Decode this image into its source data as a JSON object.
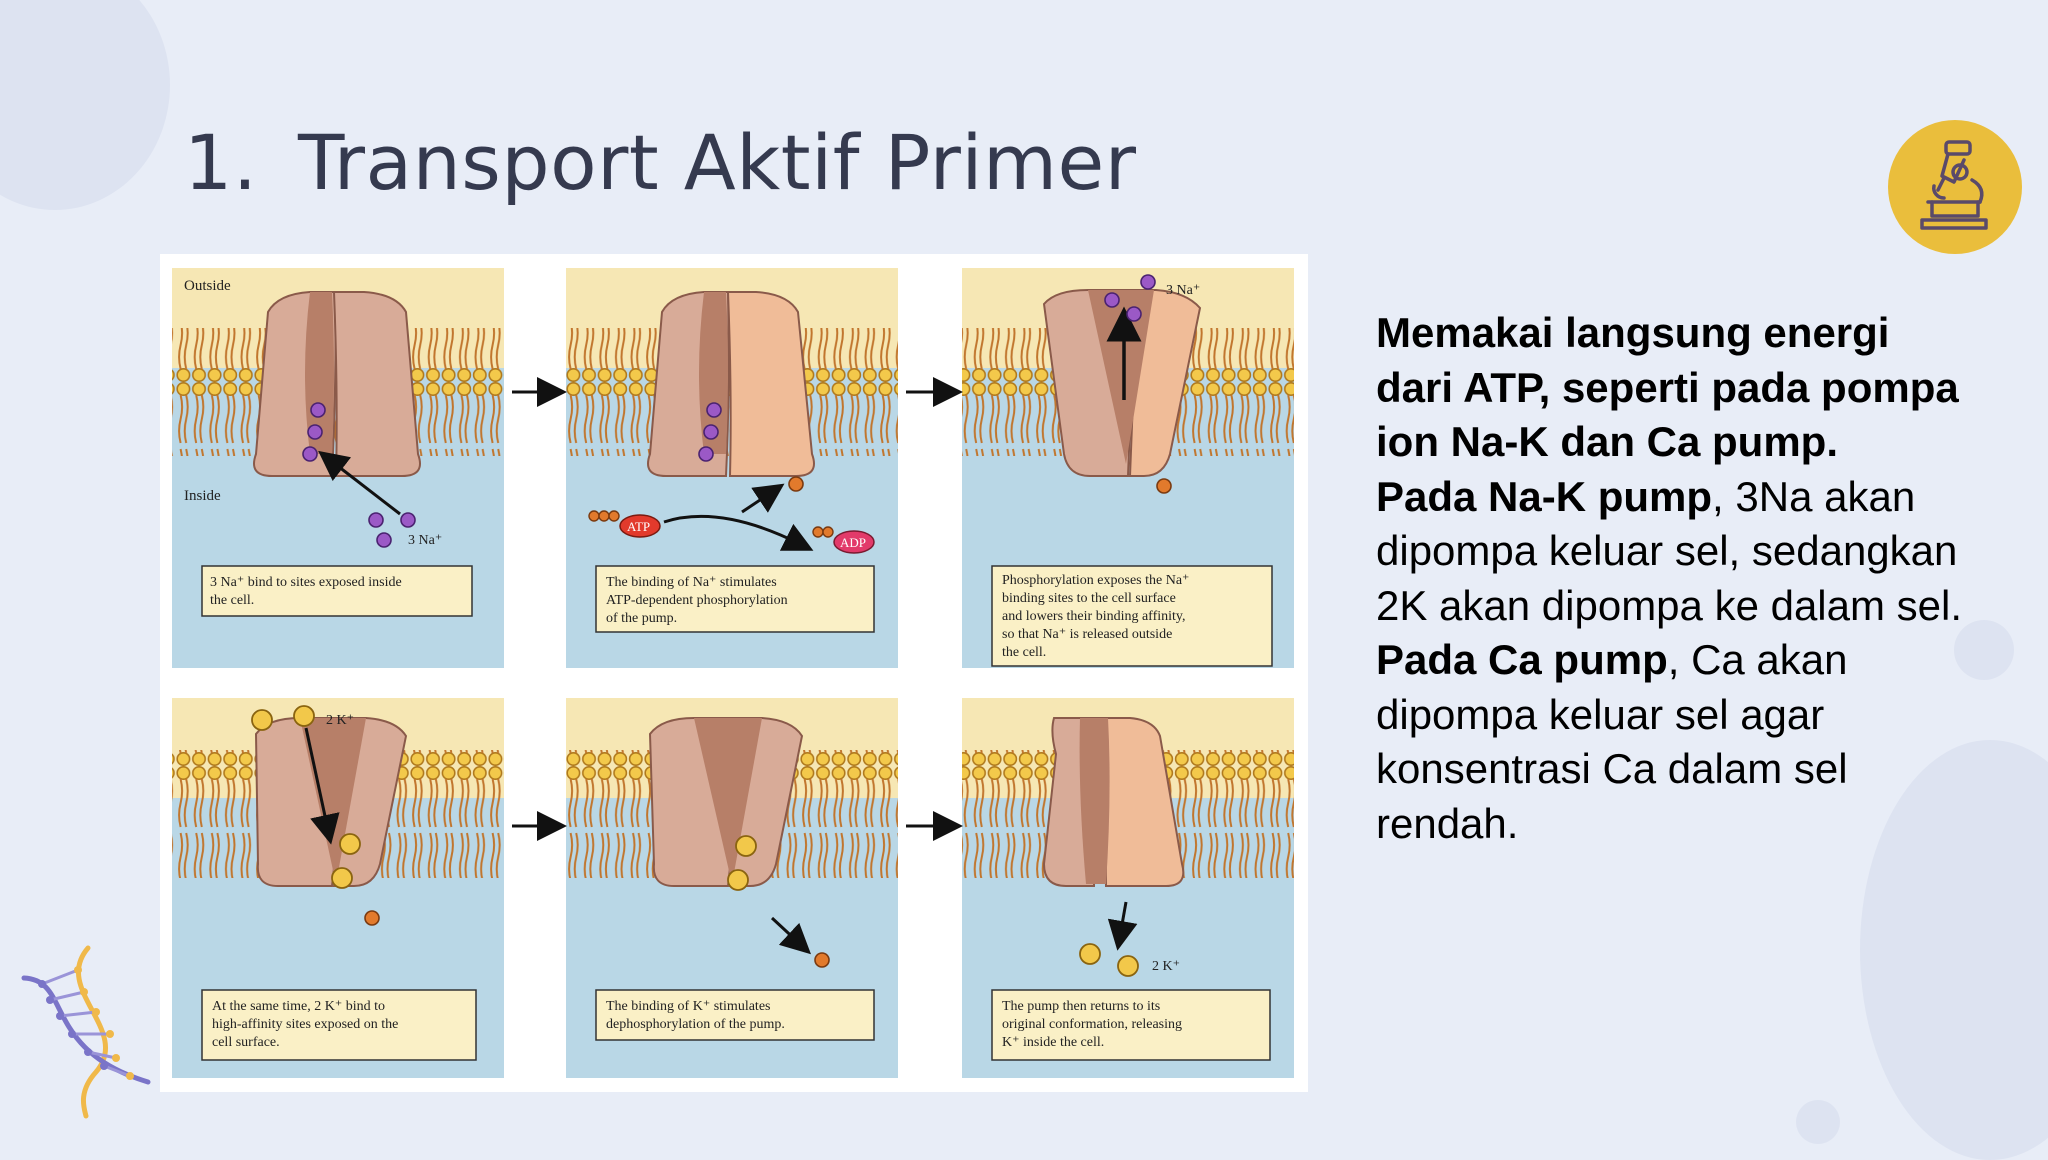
{
  "slide": {
    "number": "1.",
    "title": "Transport Aktif Primer"
  },
  "badge": {
    "icon": "microscope-icon",
    "color": "#eabe3c"
  },
  "decoration": {
    "icon": "dna-icon"
  },
  "figure": {
    "label_outside": "Outside",
    "label_inside": "Inside",
    "panels": [
      {
        "caption": [
          "3 Na⁺ bind to sites exposed inside",
          "the cell."
        ],
        "ion_label": "3 Na⁺"
      },
      {
        "caption": [
          "The binding of Na⁺ stimulates",
          "ATP-dependent phosphorylation",
          "of the pump."
        ],
        "atp_label": "ATP",
        "adp_label": "ADP"
      },
      {
        "caption": [
          "Phosphorylation exposes the Na⁺",
          "binding sites to the cell surface",
          "and lowers their binding affinity,",
          "so that Na⁺ is released outside",
          "the cell."
        ],
        "ion_label": "3 Na⁺"
      },
      {
        "caption": [
          "At the same time, 2 K⁺ bind to",
          "high-affinity sites exposed on the",
          "cell surface."
        ],
        "ion_label": "2 K⁺"
      },
      {
        "caption": [
          "The binding of K⁺ stimulates",
          "dephosphorylation of the pump."
        ]
      },
      {
        "caption": [
          "The pump then returns to its",
          "original conformation, releasing",
          "K⁺ inside the cell."
        ],
        "ion_label": "2 K⁺"
      }
    ]
  },
  "body": {
    "p1_bold": "Memakai langsung energi dari ATP, seperti pada pompa ion Na-K dan Ca pump.",
    "p2_bold": "Pada Na-K pump",
    "p2_rest": ", 3Na akan dipompa keluar sel, sedangkan 2K akan dipompa ke dalam sel.",
    "p3_bold": "Pada Ca pump",
    "p3_rest": ", Ca akan dipompa keluar sel agar konsentrasi Ca dalam sel rendah."
  }
}
